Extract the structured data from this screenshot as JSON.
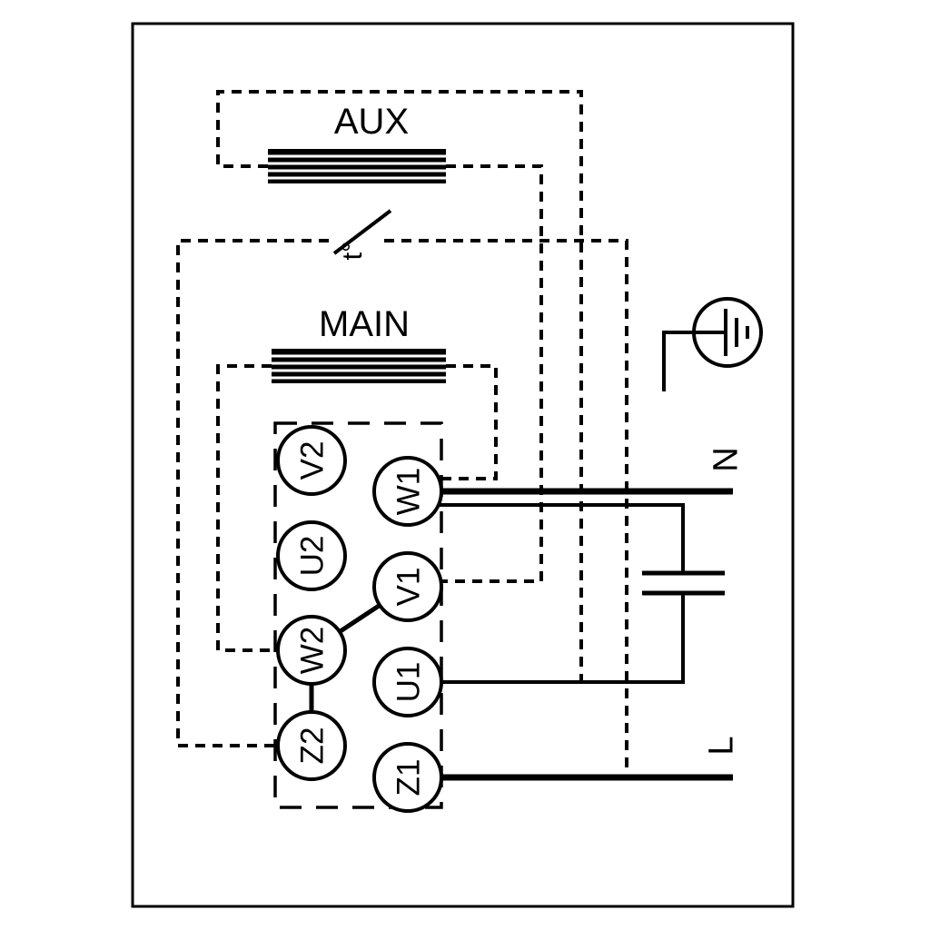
{
  "labels": {
    "aux_winding": "AUX",
    "main_winding": "MAIN",
    "neutral": "N",
    "line": "L",
    "thermal_switch": "t°"
  },
  "terminals": [
    {
      "label": "V2"
    },
    {
      "label": "W1"
    },
    {
      "label": "U2"
    },
    {
      "label": "V1"
    },
    {
      "label": "W2"
    },
    {
      "label": "U1"
    },
    {
      "label": "Z2"
    },
    {
      "label": "Z1"
    }
  ],
  "colors": {
    "line": "#000000",
    "background": "#ffffff"
  }
}
